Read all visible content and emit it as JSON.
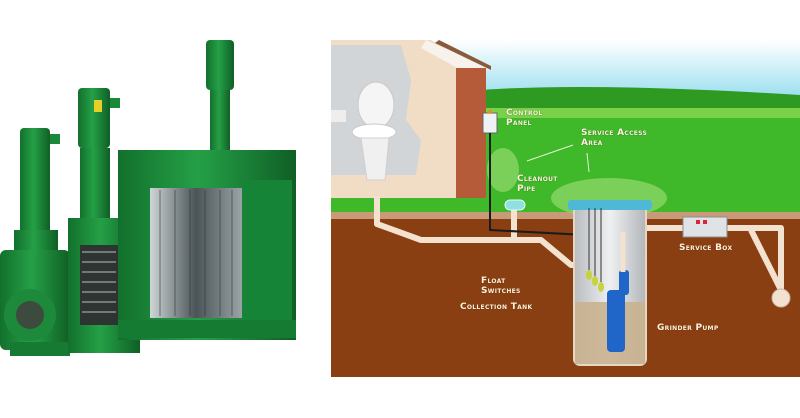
{
  "figure": {
    "left_panel": {
      "subject": "green industrial grinder / macerator pump units",
      "items": [
        {
          "name": "inline-pump-with-flange",
          "color": "#1f8f3a"
        },
        {
          "name": "channel-grinder-twin-shaft",
          "color": "#1f8f3a"
        },
        {
          "name": "large-drum-screen-grinder",
          "color": "#1f8f3a"
        }
      ]
    },
    "right_panel": {
      "subject": "residential grinder pump system cross-section",
      "labels": {
        "control_panel": "Control\nPanel",
        "service_access_area": "Service Access\nArea",
        "cleanout_pipe": "Cleanout\nPipe",
        "float_switches": "Float\nSwitches",
        "collection_tank": "Collection Tank",
        "grinder_pump": "Grinder Pump",
        "service_box": "Service Box"
      },
      "colors": {
        "sky": "#bfe9f5",
        "treeline": "#2f9a22",
        "grass": "#3fb82a",
        "soil": "#8a3f12",
        "pipe": "#f3e2d0",
        "tank_lid": "#4fb8d6",
        "pump": "#1f66c8",
        "float": "#c8d23a"
      }
    }
  }
}
